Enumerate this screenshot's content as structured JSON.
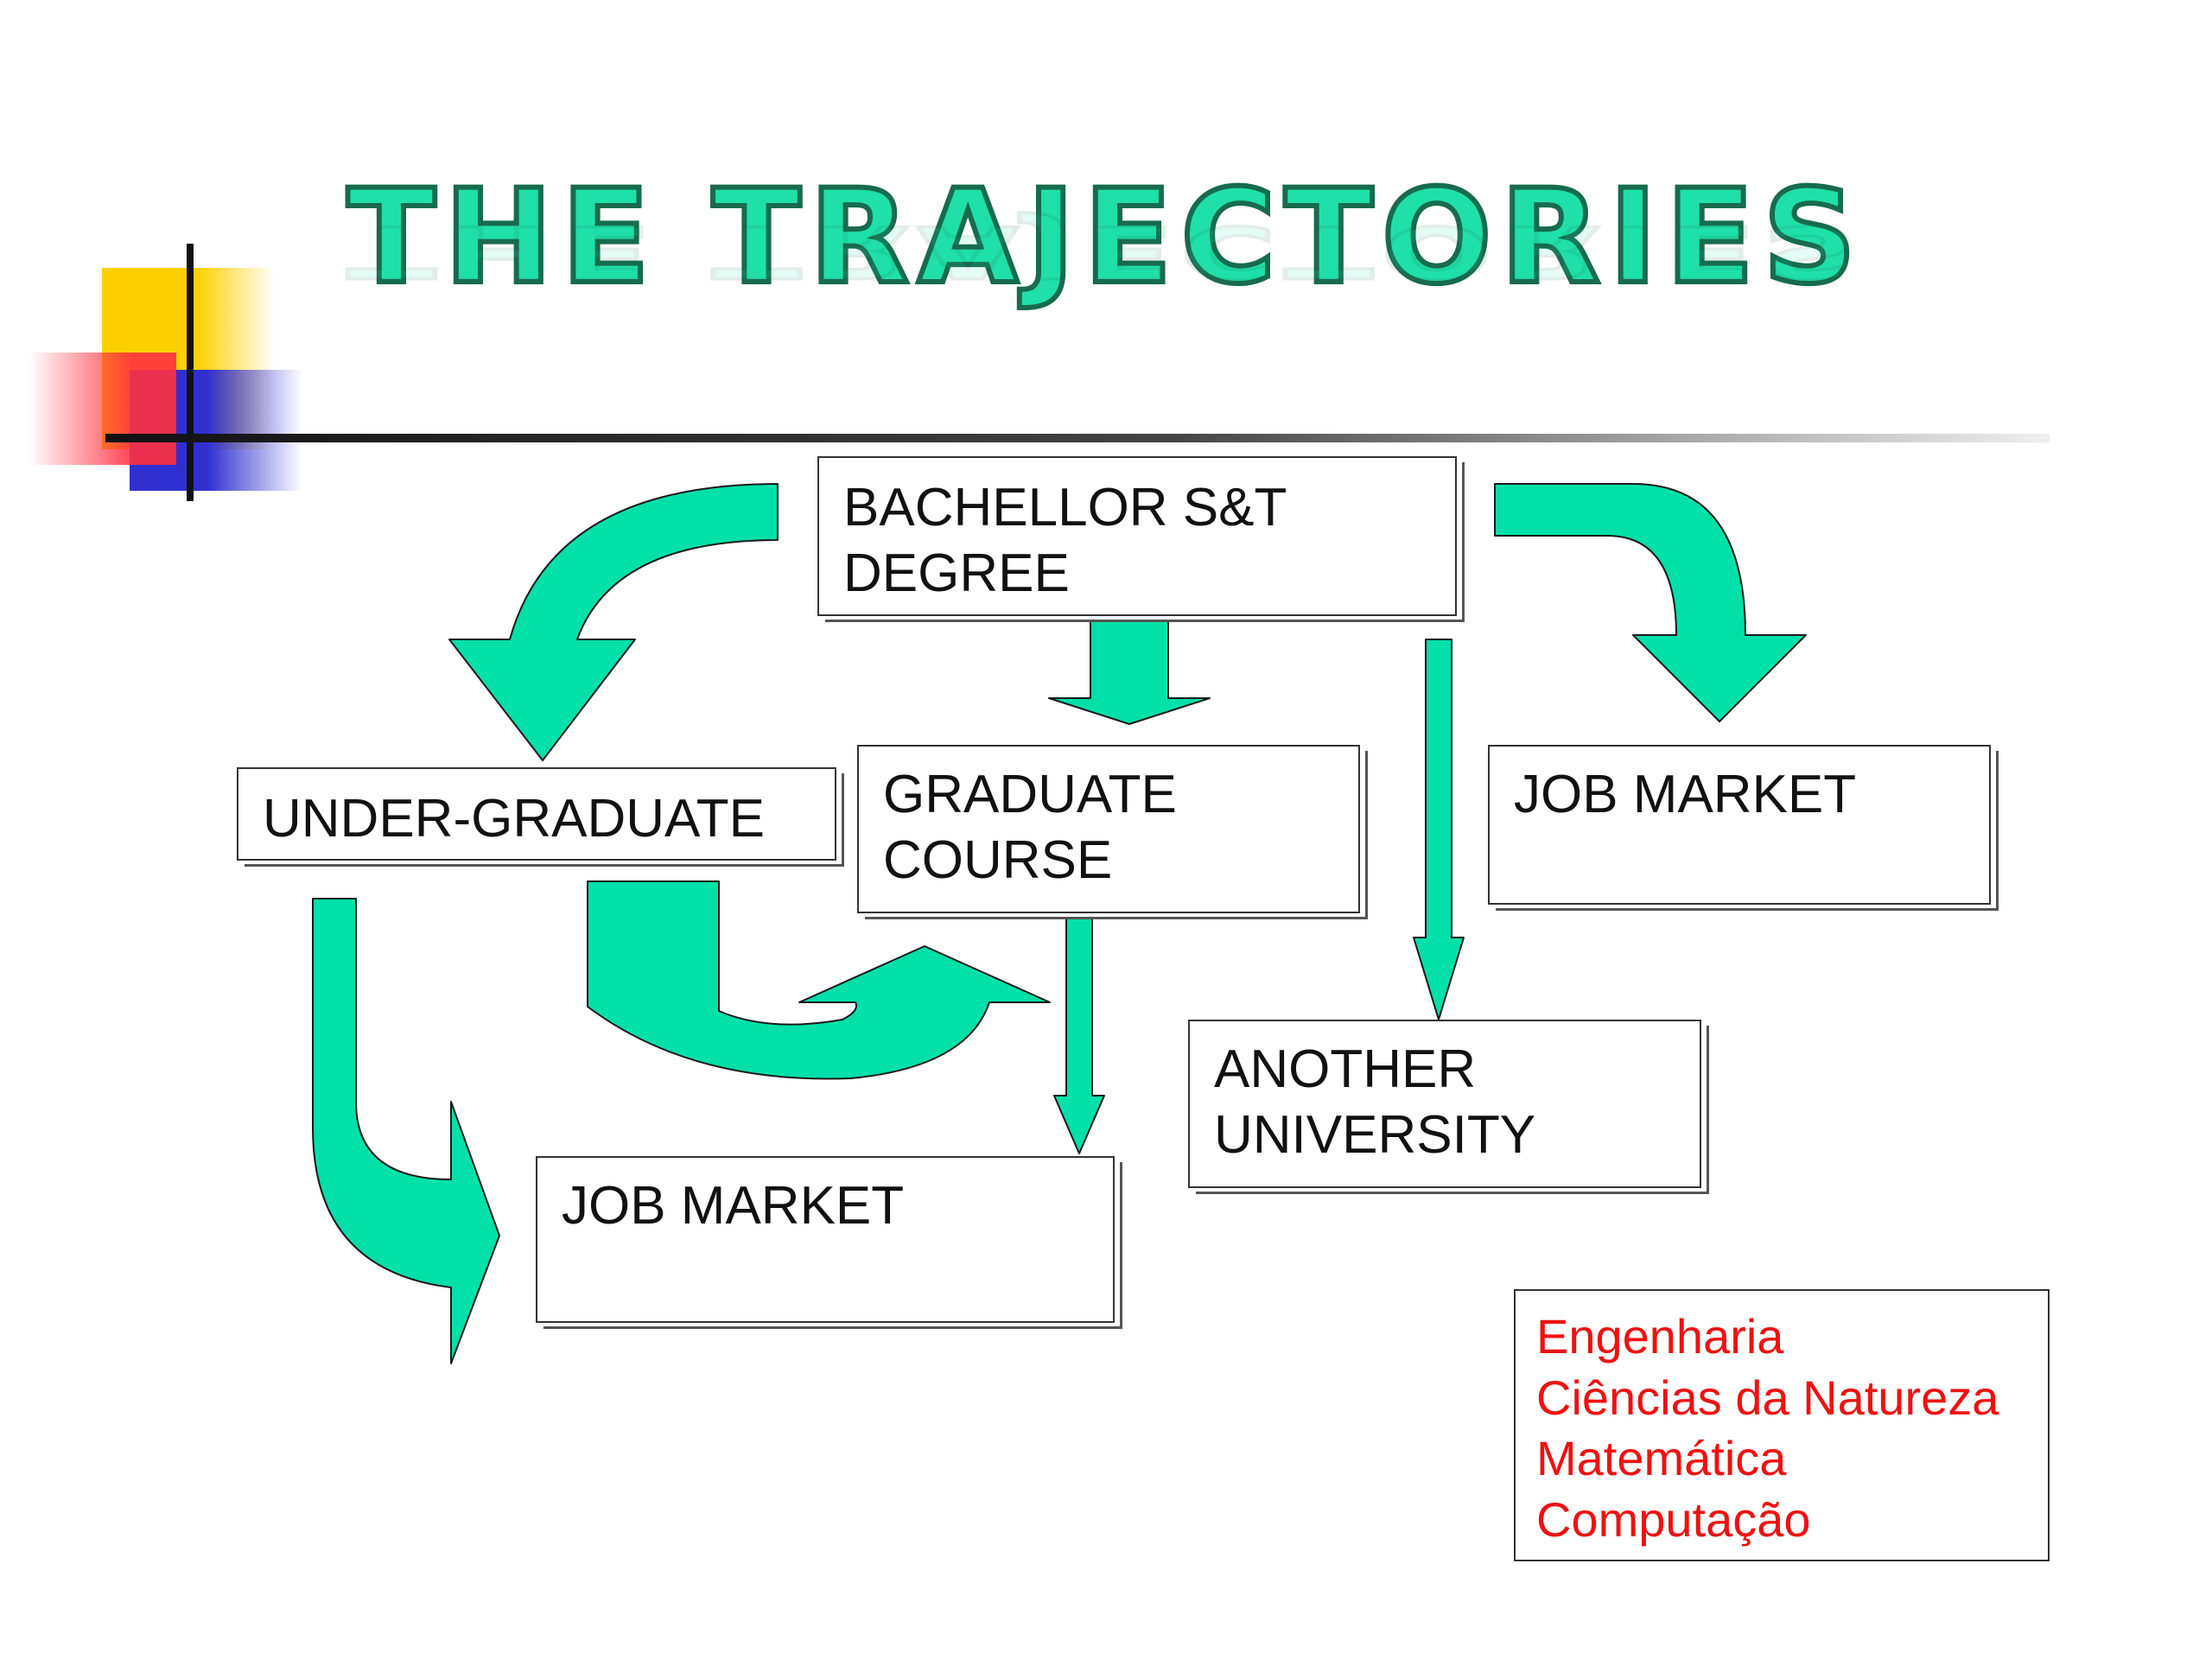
{
  "title": "THE TRAJECTORIES",
  "colors": {
    "title_fill": "#1fe0a8",
    "arrow_fill": "#00e0a8",
    "legend_text": "#ee1111",
    "deco_yellow": "#ffd000",
    "deco_red": "#ff3040",
    "deco_blue": "#3030d0"
  },
  "nodes": {
    "bachelor": [
      "BACHELLOR S&T",
      "DEGREE"
    ],
    "undergraduate": [
      "UNDER-GRADUATE"
    ],
    "graduate": [
      "GRADUATE",
      "COURSE"
    ],
    "job_market_right": [
      "JOB MARKET"
    ],
    "another_university": [
      "ANOTHER",
      "UNIVERSITY"
    ],
    "job_market_bottom": [
      "JOB MARKET"
    ]
  },
  "legend": [
    "Engenharia",
    "Ciências da Natureza",
    "Matemática",
    "Computação"
  ]
}
